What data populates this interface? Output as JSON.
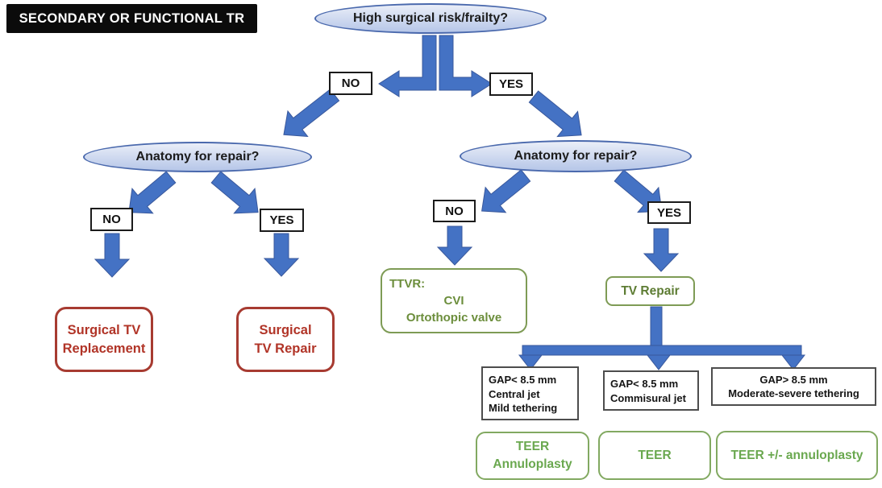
{
  "title": "SECONDARY OR FUNCTIONAL TR",
  "labels": {
    "no": "NO",
    "yes": "YES"
  },
  "root": {
    "question": "High surgical risk/frailty?"
  },
  "left_branch": {
    "question": "Anatomy for repair?",
    "no_outcome": {
      "lines": [
        "Surgical TV",
        "Replacement"
      ]
    },
    "yes_outcome": {
      "lines": [
        "Surgical",
        "TV Repair"
      ]
    }
  },
  "right_branch": {
    "question": "Anatomy for repair?",
    "no_outcome": {
      "lines": [
        "TTVR:",
        "CVI",
        "Ortothopic valve"
      ]
    },
    "yes_outcome": {
      "label": "TV Repair"
    },
    "criteria": [
      {
        "lines": [
          "GAP< 8.5 mm",
          "Central jet",
          "Mild tethering"
        ]
      },
      {
        "lines": [
          "GAP< 8.5 mm",
          "Commisural jet"
        ]
      },
      {
        "lines": [
          "GAP> 8.5 mm",
          "Moderate-severe tethering"
        ]
      }
    ],
    "treatments": [
      {
        "lines": [
          "TEER",
          "Annuloplasty"
        ]
      },
      {
        "lines": [
          "TEER"
        ]
      },
      {
        "lines": [
          "TEER +/- annuloplasty"
        ]
      }
    ]
  },
  "colors": {
    "arrow_blue": "#4472c4",
    "ellipse_border": "#4a69ad",
    "surgical_red": "#b13427",
    "green_dark": "#6c8e3c",
    "green_bright": "#6aa84f",
    "criteria_border": "#4d4d4d",
    "title_bg": "#0b0b0b"
  }
}
